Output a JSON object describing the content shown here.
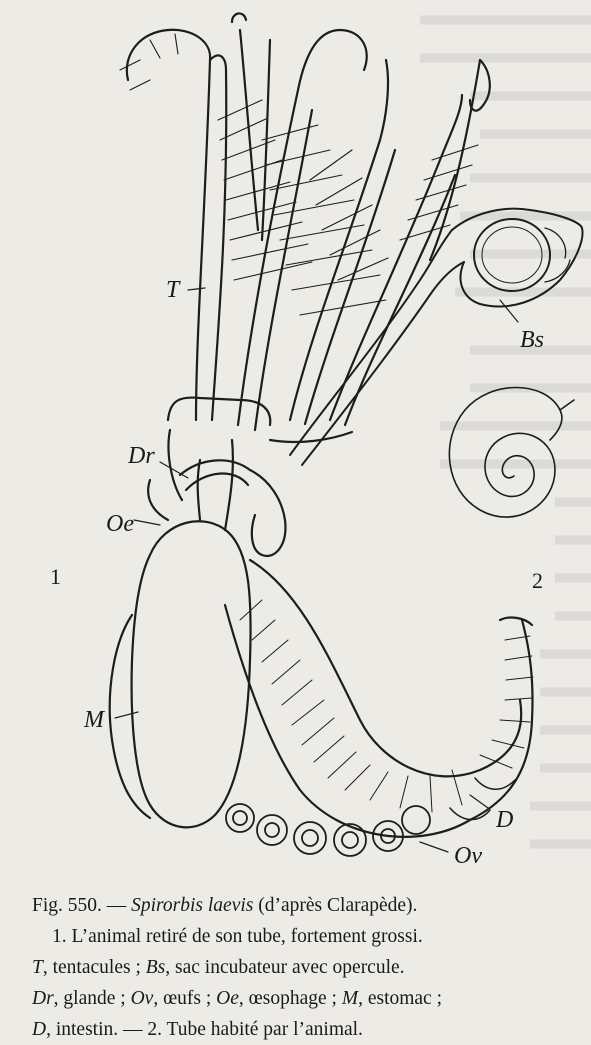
{
  "figure": {
    "labels": {
      "T": "T",
      "Bs": "Bs",
      "Dr": "Dr",
      "Oe": "Oe",
      "M": "M",
      "D": "D",
      "Ov": "Ov",
      "one": "1",
      "two": "2"
    }
  },
  "caption": {
    "fig_number": "Fig. 550. —",
    "species": "Spirorbis laevis",
    "source": "(d’après Clarapède).",
    "line2": "1. L’animal retiré de son tube, fortement grossi.",
    "line3_T": "T",
    "line3_a": ", tentacules ; ",
    "line3_Bs": "Bs",
    "line3_b": ", sac incubateur avec opercule.",
    "line4_Dr": "Dr",
    "line4_a": ", glande ; ",
    "line4_Ov": "Ov",
    "line4_b": ", œufs ; ",
    "line4_Oe": "Oe",
    "line4_c": ", œsophage ; ",
    "line4_M": "M",
    "line4_d": ", estomac ;",
    "line5_D": "D",
    "line5_a": ", intestin. — 2. Tube habité par l’animal."
  }
}
